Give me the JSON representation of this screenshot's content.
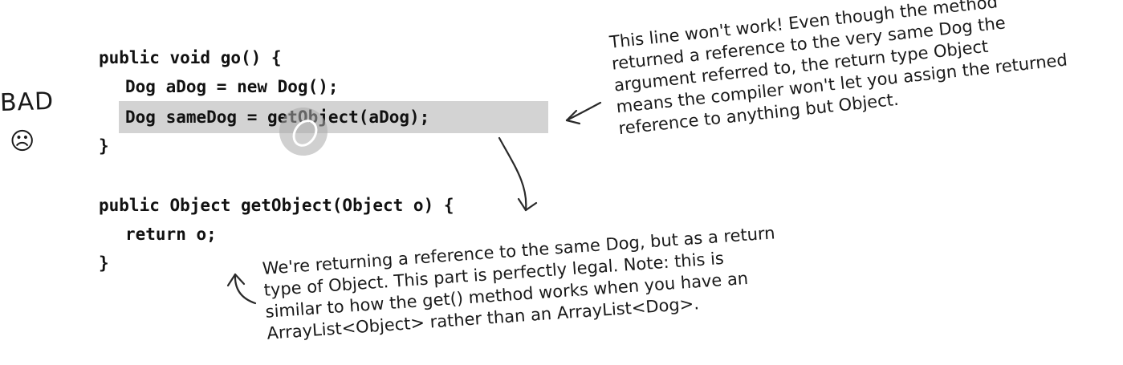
{
  "margin": {
    "bad_label": "BAD",
    "sad_face": "☹"
  },
  "code": {
    "lines": [
      "public void go() {",
      "Dog aDog = new Dog();",
      "Dog sameDog = getObject(aDog);",
      "}",
      "public Object getObject(Object o) {",
      "return o;",
      "}"
    ]
  },
  "annotations": {
    "top": [
      "This line won't work! Even though the method",
      "returned a reference to the very same Dog the",
      "argument referred to, the return type Object",
      "means the compiler won't let you assign the returned",
      "reference to anything but Object."
    ],
    "bottom": [
      "We're returning a reference to the same Dog, but as a return",
      "type of Object. This part is perfectly legal. Note: this is",
      "similar to how the get() method works when you have an",
      "ArrayList<Object> rather than an  ArrayList<Dog>."
    ]
  },
  "colors": {
    "highlight": "#d3d3d3",
    "text": "#1a1a1a"
  }
}
